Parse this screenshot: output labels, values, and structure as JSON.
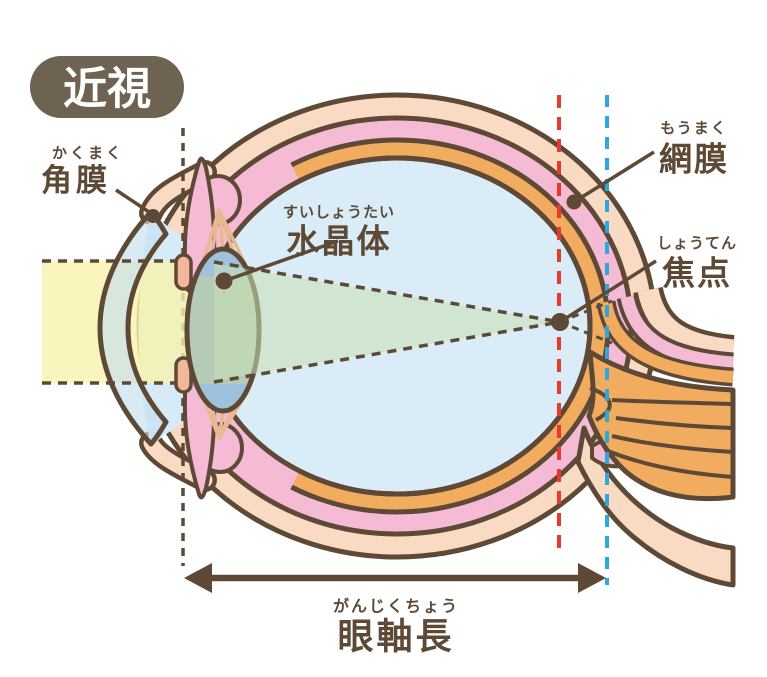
{
  "title_badge": {
    "label": "近視"
  },
  "labels": {
    "cornea": {
      "furigana": "かくまく",
      "kanji": "角膜"
    },
    "lens": {
      "furigana": "すいしょうたい",
      "kanji": "水晶体"
    },
    "retina": {
      "furigana": "もうまく",
      "kanji": "網膜"
    },
    "focal_point": {
      "furigana": "しょうてん",
      "kanji": "焦点"
    },
    "axial_length": {
      "furigana": "がんじくちょう",
      "kanji": "眼軸長"
    }
  },
  "colors": {
    "outline_brown": "#5D4936",
    "badge_background": "#6E6253",
    "badge_text": "#FFFFFF",
    "sclera_peach": "#F8DBC2",
    "choroid_pink": "#F5BAD4",
    "retina_orange": "#F2AC60",
    "vitreous_blue": "#D9ECF8",
    "cornea_blue": "#C5DFF0",
    "aqueous_blue": "#D7EAF7",
    "lens_green": "#B5CBB6",
    "lens_cap_blue": "#9FC1DB",
    "iris_tip_salmon": "#F3B79B",
    "zonule_tan": "#E8B893",
    "light_beam_yellow": "#F9F3AC",
    "converging_light_green": "#C9E2B5",
    "focus_axis_red": "#E8392E",
    "retina_axis_blue": "#2EA7DD"
  }
}
